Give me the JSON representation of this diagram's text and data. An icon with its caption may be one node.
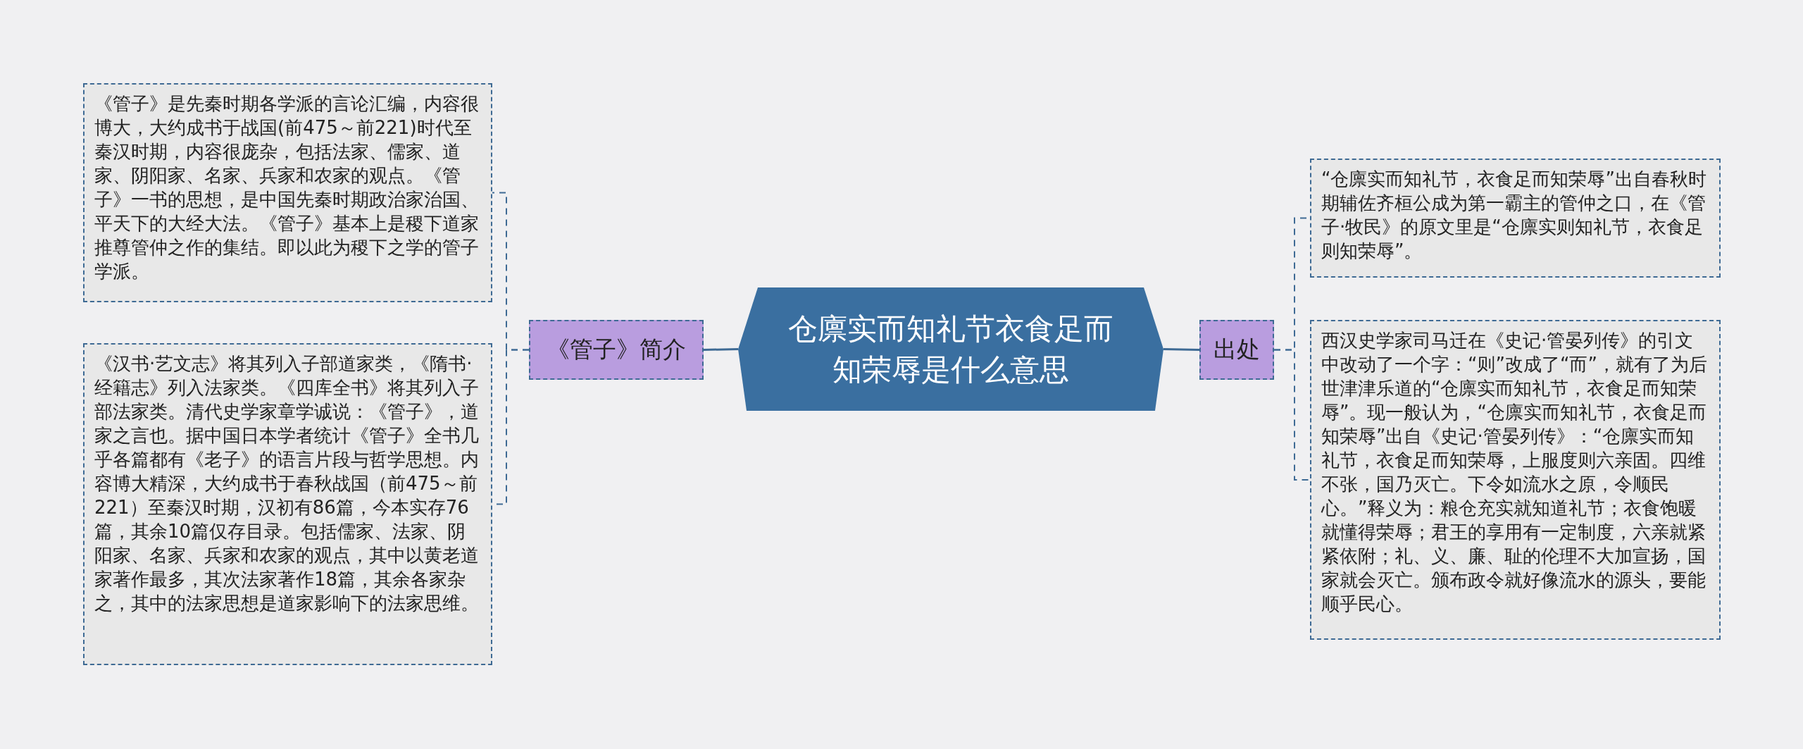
{
  "diagram": {
    "nodes": [
      {
        "text": [
          "仓廪实而知礼节衣食足而知荣辱是什么意思"
        ]
      },
      {
        "text": [
          "《管子》简介"
        ]
      },
      {
        "text": [
          "《管子》是先秦时期各学派的言论汇编，内容很博大，大约成书于战国(前475～前221)时代至秦汉时期，内容很庞杂，包括法家、儒家、道家、阴阳家、名家、兵家和农家的观点。《管子》一书的思想，是中国先秦时期政治家治国、平天下的大经大法。《管子》基本上是稷下道家推尊管仲之作的集结。即以此为稷下之学的管子学派。"
        ]
      },
      {
        "text": [
          "《汉书·艺文志》将其列入子部道家类，《隋书·经籍志》列入法家类。《四库全书》将其列入子部法家类。清代史学家章学诚说：《管子》，道家之言也。据中国日本学者统计《管子》全书几乎各篇都有《老子》的语言片段与哲学思想。内容博大精深，大约成书于春秋战国（前475～前221）至秦汉时期，汉初有86篇，今本实存76篇，其余10篇仅存目录。包括儒家、法家、阴阳家、名家、兵家和农家的观点，其中以黄老道家著作最多，其次法家著作18篇，其余各家杂之，其中的法家思想是道家影响下的法家思维。"
        ]
      },
      {
        "text": [
          "出处"
        ]
      },
      {
        "text": [
          "“仓廪实而知礼节，衣食足而知荣辱”出自春秋时期辅佐齐桓公成为第一霸主的管仲之口，在《管子·牧民》的原文里是“仓廪实则知礼节，衣食足则知荣辱”。"
        ]
      },
      {
        "text": [
          "西汉史学家司马迁在《史记·管晏列传》的引文中改动了一个字：“则”改成了“而”，就有了为后世津津乐道的“仓廪实而知礼节，衣食足而知荣辱”。现一般认为，“仓廪实而知礼节，衣食足而知荣辱”出自《史记·管晏列传》：“仓廪实而知礼节，衣食足而知荣辱，上服度则六亲固。四维不张，国乃灭亡。下令如流水之原，令顺民心。”释义为：粮仓充实就知道礼节；衣食饱暖就懂得荣辱；君王的享用有一定制度，六亲就紧紧依附；礼、义、廉、耻的伦理不大加宣扬，国家就会灭亡。颁布政令就好像流水的源头，要能顺乎民心。"
        ]
      }
    ],
    "edges": [
      {
        "from": 0,
        "to": 1,
        "arrow": "none"
      },
      {
        "from": 1,
        "to": 2,
        "arrow": "none",
        "style": "dashed"
      },
      {
        "from": 1,
        "to": 3,
        "arrow": "none",
        "style": "dashed"
      },
      {
        "from": 0,
        "to": 4,
        "arrow": "none"
      },
      {
        "from": 4,
        "to": 5,
        "arrow": "none",
        "style": "dashed"
      },
      {
        "from": 4,
        "to": 6,
        "arrow": "none",
        "style": "dashed"
      }
    ]
  }
}
